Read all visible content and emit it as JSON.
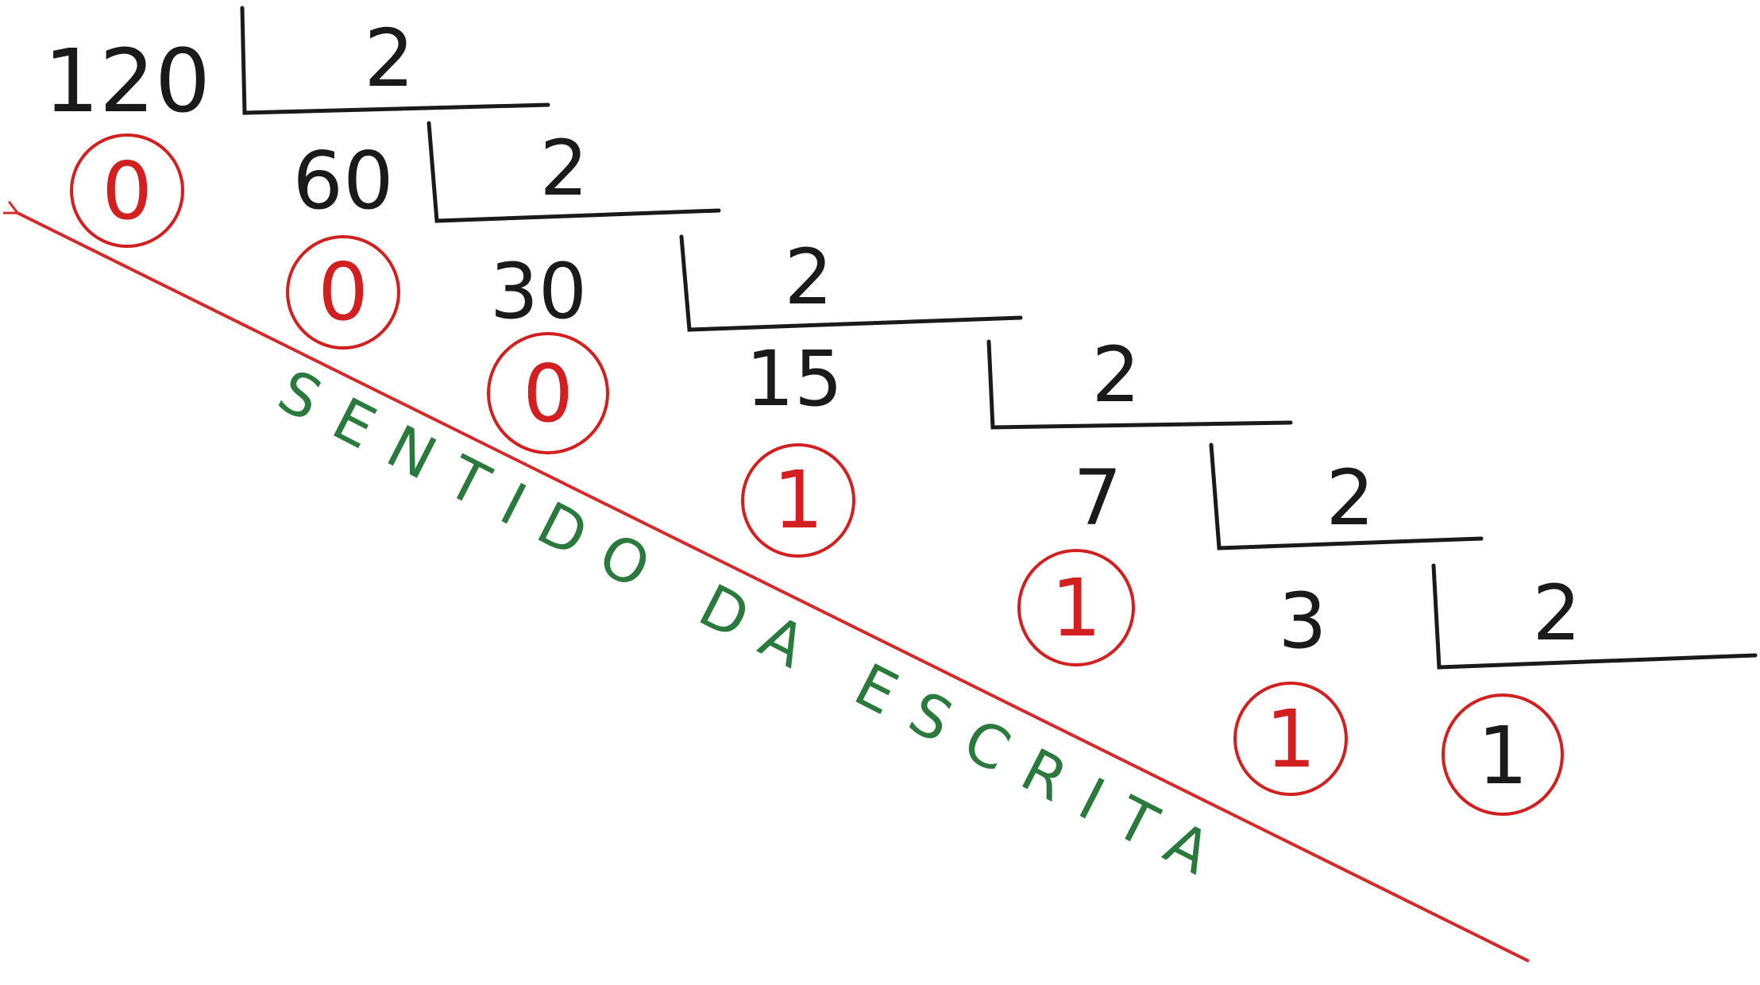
{
  "colors": {
    "ink": "#1a1a1a",
    "remainder_red": "#d21f1f",
    "arrow_red": "#d42a2a",
    "caption_green": "#2a7a3e"
  },
  "divisor": "2",
  "steps": [
    {
      "dividend": "120",
      "remainder": "0"
    },
    {
      "dividend": "60",
      "remainder": "0"
    },
    {
      "dividend": "30",
      "remainder": "0"
    },
    {
      "dividend": "15",
      "remainder": "1"
    },
    {
      "dividend": "7",
      "remainder": "1"
    },
    {
      "dividend": "3",
      "remainder": "1"
    }
  ],
  "final_quotient": "1",
  "caption": "SENTIDO DA ESCRITA"
}
